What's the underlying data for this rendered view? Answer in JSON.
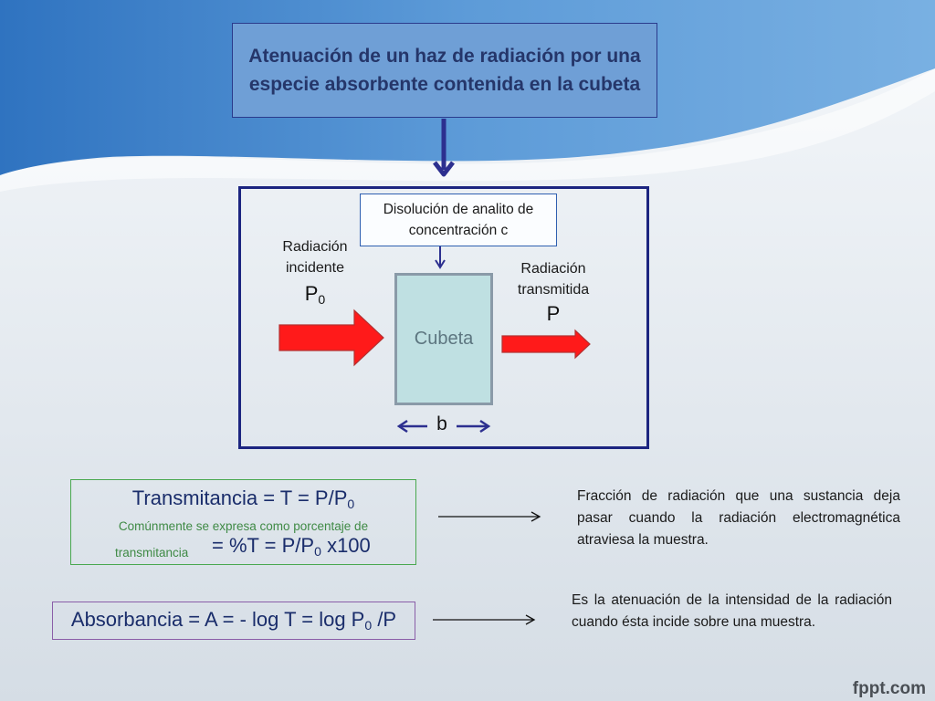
{
  "title": "Atenuación de un haz de radiación por una especie absorbente contenida en la cubeta",
  "diagram": {
    "solution_label": "Disolución de analito de concentración c",
    "cuvette_label": "Cubeta",
    "incident_label": "Radiación incidente",
    "incident_symbol": "P",
    "incident_subscript": "0",
    "transmitted_label": "Radiación transmitida",
    "transmitted_symbol": "P",
    "path_length_symbol": "b"
  },
  "transmittance": {
    "equation": "Transmitancia = T = P/P",
    "equation_subscript": "0",
    "note_line1": "Comúnmente se expresa como porcentaje de",
    "note_line2": "transmitancia",
    "percent_equation_a": "= %T = P/P",
    "percent_subscript": "0",
    "percent_equation_b": " x100",
    "description": "Fracción de radiación que una sustancia deja pasar cuando la radiación electromagnética atraviesa la muestra."
  },
  "absorbance": {
    "equation_a": "Absorbancia = A = - log T = log P",
    "equation_subscript": "0",
    "equation_b": " /P",
    "description": "Es la atenuación de la intensidad de la radiación cuando ésta incide sobre una muestra."
  },
  "logo": "fppt.com",
  "colors": {
    "title_fill": "#6f9fd6",
    "frame_border": "#1c2580",
    "arrow_red": "#ff1a1a",
    "cuvette_fill": "#bfe0e2",
    "transmittance_border": "#49a84f",
    "absorbance_border": "#8a5ea8"
  }
}
